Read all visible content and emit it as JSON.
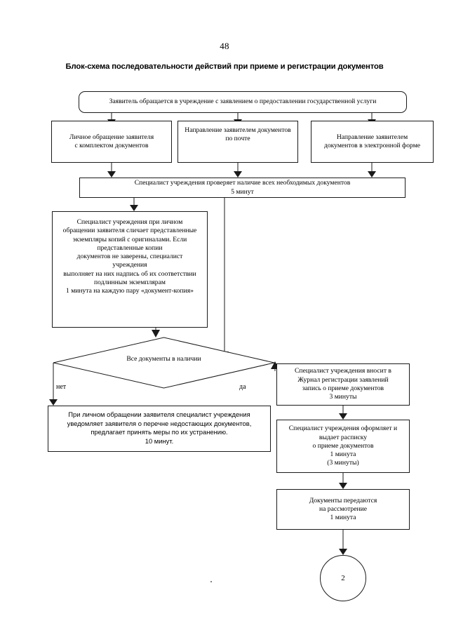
{
  "page": {
    "number": "48",
    "title": "Блок-схема последовательности действий при приеме и регистрации документов"
  },
  "colors": {
    "stroke": "#1a1a1a",
    "background": "#ffffff",
    "text": "#000000"
  },
  "flow": {
    "start": {
      "label": "Заявитель обращается в учреждение с заявлением о предоставлении государственной услуги",
      "shape": "rounded-rectangle"
    },
    "channels": [
      {
        "id": "in-person",
        "label": "Личное обращение заявителя\nс комплектом документов",
        "shape": "rectangle"
      },
      {
        "id": "by-mail",
        "label": "Направление заявителем документов\nпо почте",
        "shape": "rectangle"
      },
      {
        "id": "electronic",
        "label": "Направление заявителем\nдокументов в электронной форме",
        "shape": "rectangle"
      }
    ],
    "check_documents": {
      "label": "Специалист учреждения проверяет наличие всех необходимых документов\n5 минут",
      "duration": "5 минут",
      "shape": "rectangle"
    },
    "compare_copies": {
      "label": "Специалист учреждения при личном\nобращении заявителя сличает представленные\nэкземпляры копий с оригиналами. Если\nпредставленные копии\nдокументов не заверены, специалист\nучреждения\nвыполняет на них надпись об их соответствии\nподлинным экземплярам\n1 минута на каждую пару «документ-копия»",
      "duration": "1 минута на каждую пару «документ-копия»",
      "shape": "rectangle"
    },
    "decision": {
      "label": "Все документы в наличии",
      "shape": "diamond",
      "branch_no": "нет",
      "branch_yes": "да"
    },
    "notify_missing": {
      "label": "При личном обращении заявителя специалист учреждения\nуведомляет заявителя о перечне недостающих документов,\nпредлагает принять меры по их устранению.\n10 минут.",
      "duration": "10 минут.",
      "shape": "rectangle",
      "font": "sans-serif"
    },
    "register_journal": {
      "label": "Специалист учреждения вносит в\nЖурнал регистрации заявлений\nзапись о приеме документов\n3 минуты",
      "duration": "3 минуты",
      "shape": "rectangle"
    },
    "issue_receipt": {
      "label": "Специалист учреждения оформляет и\nвыдает расписку\nо приеме документов\n1 минута\n(3 минуты)",
      "duration": "1 минута",
      "duration_alt": "(3 минуты)",
      "shape": "rectangle"
    },
    "transfer": {
      "label": "Документы передаются\nна рассмотрение\n1 минута",
      "duration": "1 минута",
      "shape": "rectangle"
    },
    "connector": {
      "label": "2",
      "shape": "circle"
    }
  }
}
